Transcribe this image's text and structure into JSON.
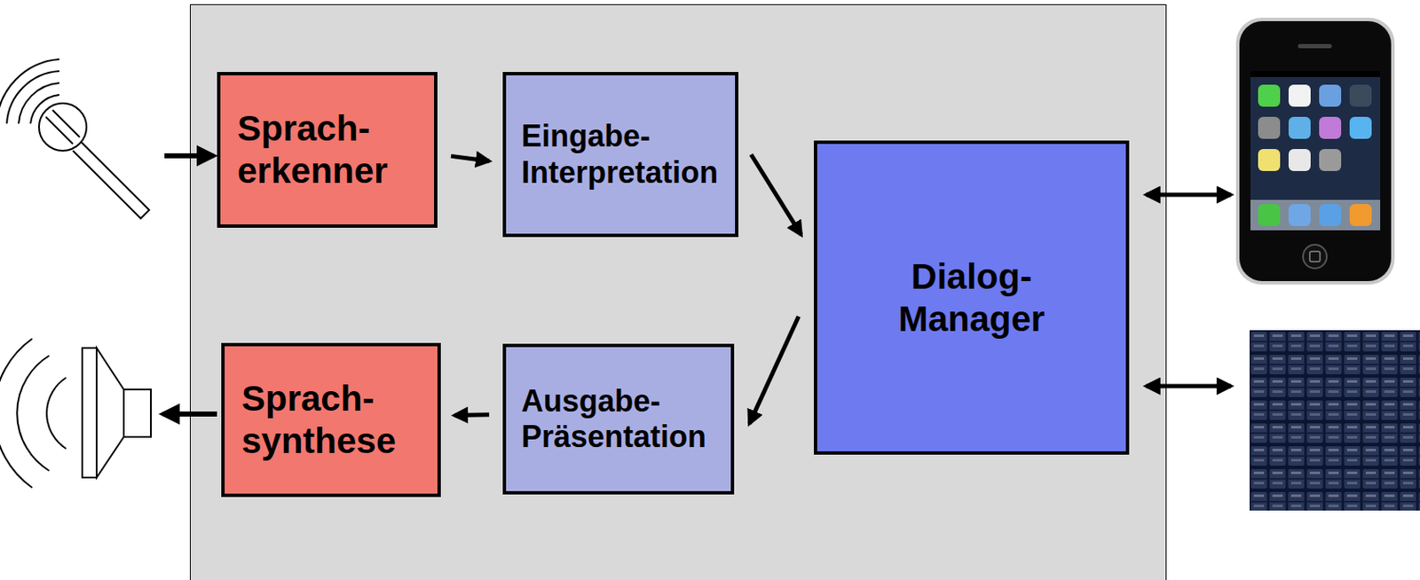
{
  "diagram": {
    "nodes": [
      {
        "text": [
          "Sprach- erkenner"
        ]
      },
      {
        "text": [
          "Eingabe- Interpretation"
        ]
      },
      {
        "text": [
          "Dialog- Manager"
        ]
      },
      {
        "text": [
          "Ausgabe- Präsentation"
        ]
      },
      {
        "text": [
          "Sprach- synthese"
        ]
      }
    ],
    "edges": [
      {
        "from": 0,
        "to": 1,
        "arrow": "to"
      },
      {
        "from": 1,
        "to": 2,
        "arrow": "to"
      },
      {
        "from": 2,
        "to": 3,
        "arrow": "to"
      },
      {
        "from": 3,
        "to": 4,
        "arrow": "to"
      }
    ]
  }
}
